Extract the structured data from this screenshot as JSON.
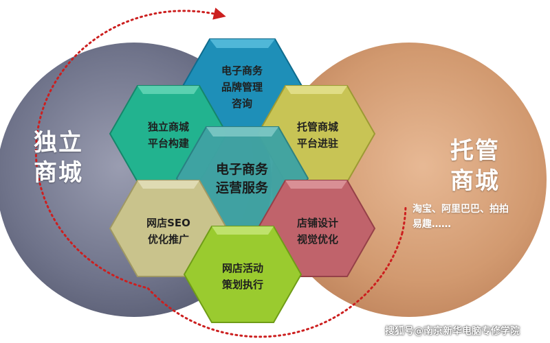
{
  "circles": {
    "left": {
      "label_lines": [
        "独立",
        "商城"
      ],
      "color": "#6b6f86"
    },
    "right": {
      "label_lines": [
        "托管",
        "商城"
      ],
      "color": "#c98c5f",
      "examples_lines": [
        "淘宝、阿里巴巴、拍拍",
        "易趣……"
      ]
    }
  },
  "hexagons": {
    "center": {
      "lines": [
        "电子商务",
        "运营服务"
      ],
      "color": "#3fa3a3"
    },
    "top": {
      "lines": [
        "电子商务",
        "品牌管理",
        "咨询"
      ],
      "color": "#1e8fb8"
    },
    "upper_left": {
      "lines": [
        "独立商城",
        "平台构建"
      ],
      "color": "#22b38f"
    },
    "upper_right": {
      "lines": [
        "托管商城",
        "平台进驻"
      ],
      "color": "#c8c455"
    },
    "lower_left": {
      "lines": [
        "网店SEO",
        "优化推广"
      ],
      "color": "#c9c38c"
    },
    "lower_right": {
      "lines": [
        "店铺设计",
        "视觉优化"
      ],
      "color": "#c0636b"
    },
    "bottom": {
      "lines": [
        "网店活动",
        "策划执行"
      ],
      "color": "#9acb2f"
    }
  },
  "arrow_color": "#cc1f1f",
  "watermark": "搜狐号@南京新华电脑专修学院"
}
